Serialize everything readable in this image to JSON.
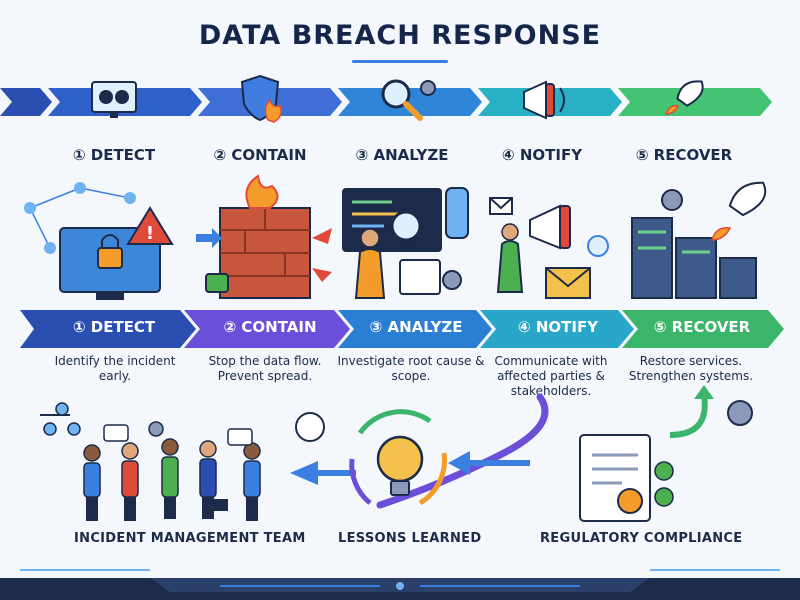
{
  "title": "DATA BREACH RESPONSE",
  "steps": [
    {
      "label": "① DETECT",
      "description": "Identify the incident early.",
      "color": "#2f6fd6",
      "icon": "binoculars-monitor-icon"
    },
    {
      "label": "② CONTAIN",
      "description": "Stop the data flow. Prevent spread.",
      "color": "#6b4fd8",
      "icon": "shield-fire-icon"
    },
    {
      "label": "③ ANALYZE",
      "description": "Investigate root cause & scope.",
      "color": "#2a7fd4",
      "icon": "magnifier-gear-icon"
    },
    {
      "label": "④ NOTIFY",
      "description": "Communicate with affected parties & stakeholders.",
      "color": "#2aa6c8",
      "icon": "megaphone-icon"
    },
    {
      "label": "⑤ RECOVER",
      "description": "Restore services. Strengthen systems.",
      "color": "#3bb56a",
      "icon": "rocket-icon"
    }
  ],
  "bottom": {
    "team": "INCIDENT MANAGEMENT TEAM",
    "lessons": "LESSONS LEARNED",
    "compliance": "REGULATORY COMPLIANCE"
  },
  "colors": {
    "ribbon_start": "#2a4fb0",
    "ribbon_end": "#3fbf6a",
    "accent_orange": "#f39c2b",
    "accent_red": "#e04a3a"
  }
}
